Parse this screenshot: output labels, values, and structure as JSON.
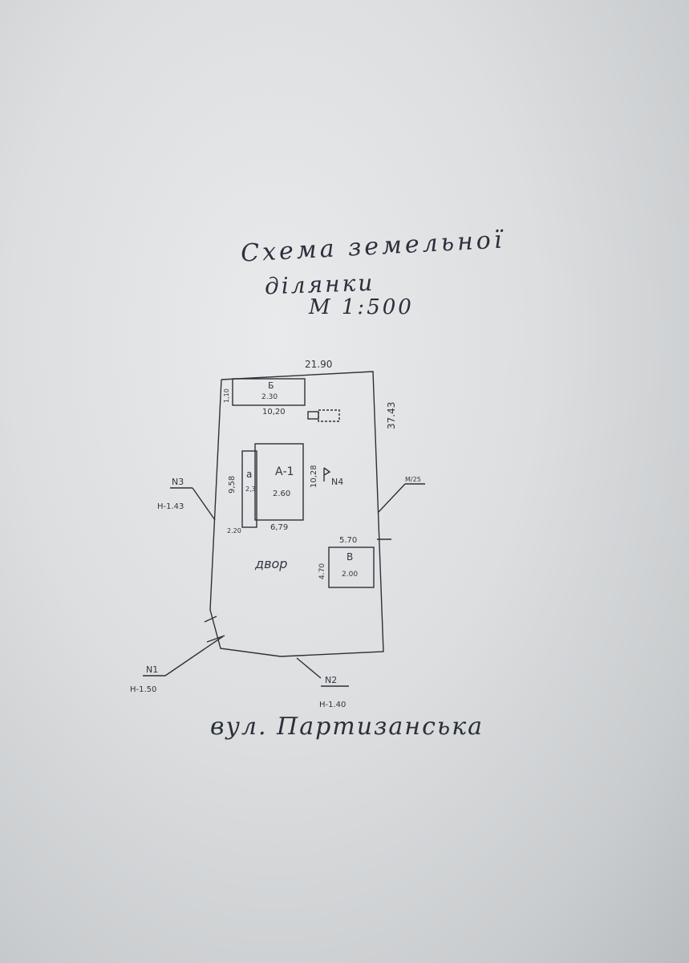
{
  "title": {
    "line1": "Схема земельної",
    "line2": "ділянки",
    "scale": "М 1:500"
  },
  "street": "вул. Партизанська",
  "plan": {
    "dims": {
      "top": "21.90",
      "right": "37.43",
      "shed_b_length": "10,20",
      "shed_b_width": "1,10",
      "house_width": "10,28",
      "house_depth": "9,58",
      "house_front": "6,79",
      "annex_width": "2.20",
      "annex_height_label": "2,3",
      "garage_width": "5.70",
      "garage_depth": "4.70"
    },
    "buildings": {
      "b_letter": "Б",
      "b_height": "2.30",
      "house_letter": "А-1",
      "house_height": "2.60",
      "annex_letter": "а",
      "v_letter": "В",
      "v_height": "2.00"
    },
    "yard": "двор",
    "points": {
      "n1": "N1",
      "n1_h": "Н-1.50",
      "n2": "N2",
      "n2_h": "Н-1.40",
      "n3": "N3",
      "n3_h": "Н-1.43",
      "n4": "N4",
      "m": "М/25"
    }
  }
}
